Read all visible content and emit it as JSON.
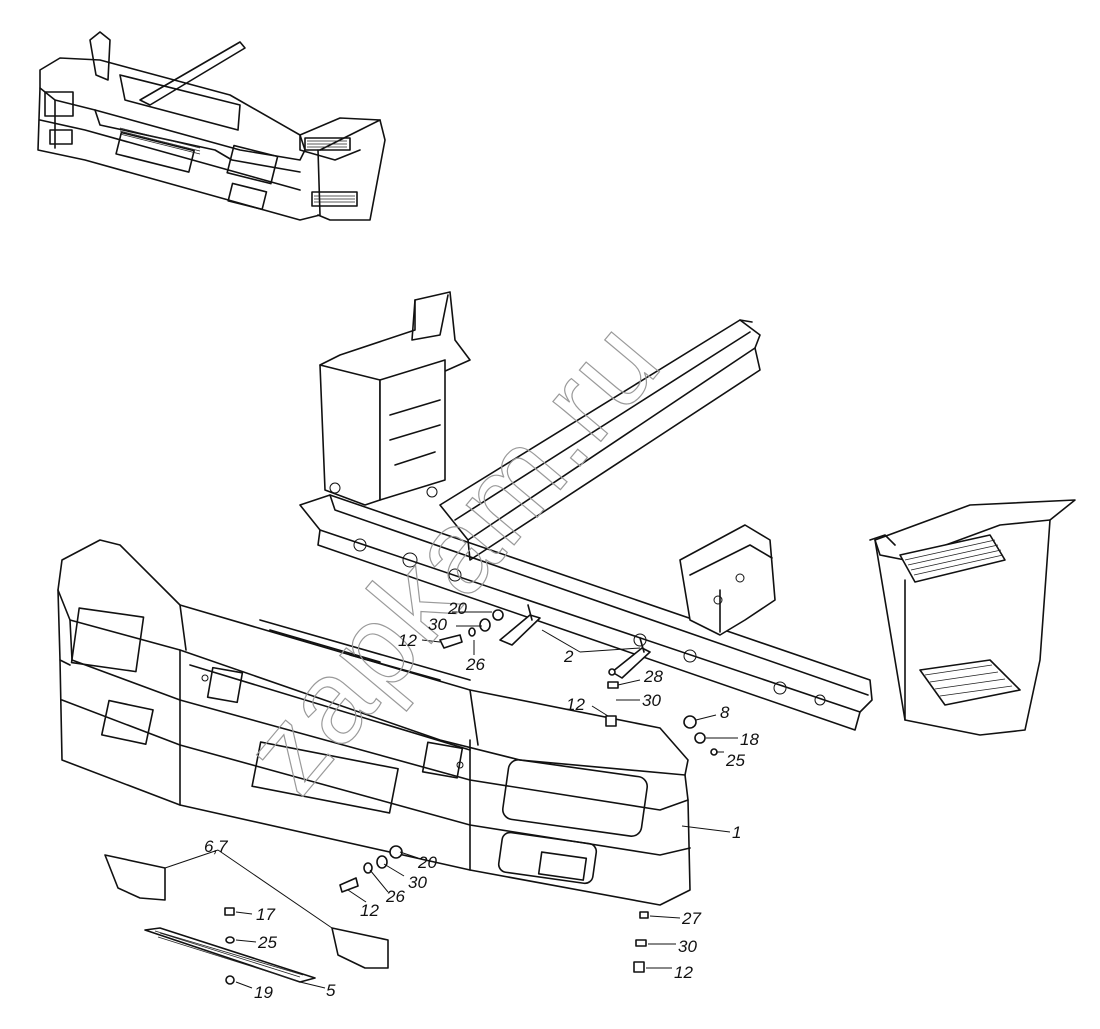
{
  "watermark": "zapkam.ru",
  "callouts": [
    {
      "id": "c1",
      "text": "1"
    },
    {
      "id": "c2",
      "text": "2"
    },
    {
      "id": "c5",
      "text": "5"
    },
    {
      "id": "c67",
      "text": "6,7"
    },
    {
      "id": "c8",
      "text": "8"
    },
    {
      "id": "c12a",
      "text": "12"
    },
    {
      "id": "c12b",
      "text": "12"
    },
    {
      "id": "c12c",
      "text": "12"
    },
    {
      "id": "c12d",
      "text": "12"
    },
    {
      "id": "c17",
      "text": "17"
    },
    {
      "id": "c18",
      "text": "18"
    },
    {
      "id": "c19",
      "text": "19"
    },
    {
      "id": "c20a",
      "text": "20"
    },
    {
      "id": "c20b",
      "text": "20"
    },
    {
      "id": "c25a",
      "text": "25"
    },
    {
      "id": "c25b",
      "text": "25"
    },
    {
      "id": "c26a",
      "text": "26"
    },
    {
      "id": "c26b",
      "text": "26"
    },
    {
      "id": "c27",
      "text": "27"
    },
    {
      "id": "c28",
      "text": "28"
    },
    {
      "id": "c30a",
      "text": "30"
    },
    {
      "id": "c30b",
      "text": "30"
    },
    {
      "id": "c30c",
      "text": "30"
    },
    {
      "id": "c30d",
      "text": "30"
    }
  ]
}
